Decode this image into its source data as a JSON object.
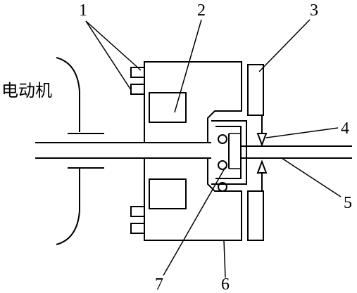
{
  "diagram": {
    "motor_label": "电动机",
    "callouts": [
      {
        "id": "1",
        "text": "1"
      },
      {
        "id": "2",
        "text": "2"
      },
      {
        "id": "3",
        "text": "3"
      },
      {
        "id": "4",
        "text": "4"
      },
      {
        "id": "5",
        "text": "5"
      },
      {
        "id": "6",
        "text": "6"
      },
      {
        "id": "7",
        "text": "7"
      }
    ]
  }
}
